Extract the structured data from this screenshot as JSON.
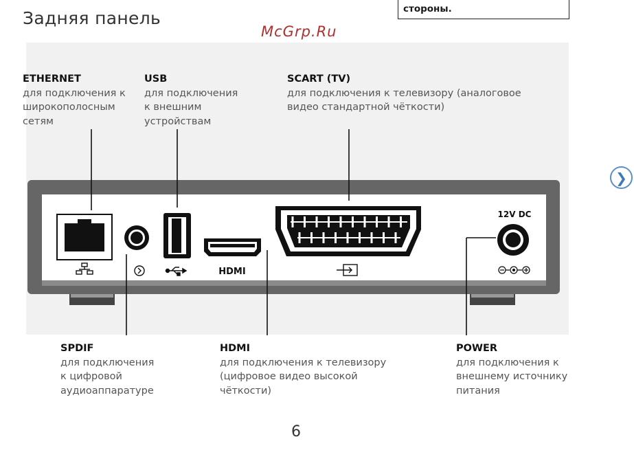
{
  "page": {
    "title": "Задняя панель",
    "note_text": "стороны.",
    "watermark": "McGrp.Ru",
    "page_number": "6"
  },
  "labels": {
    "ethernet": {
      "head": "ETHERNET",
      "lines": [
        "для подключения к",
        "широкополосным",
        "сетям"
      ]
    },
    "usb": {
      "head": "USB",
      "lines": [
        "для подключения",
        "к внешним",
        "устройствам"
      ]
    },
    "scart": {
      "head": "SCART (TV)",
      "lines": [
        "для подключения к телевизору (аналоговое",
        "видео стандартной чёткости)"
      ]
    },
    "spdif": {
      "head": "SPDIF",
      "lines": [
        "для подключения",
        "к цифровой",
        "аудиоаппаратуре"
      ]
    },
    "hdmi": {
      "head": "HDMI",
      "lines": [
        "для подключения к телевизору",
        "(цифровое видео высокой",
        "чёткости)"
      ]
    },
    "power": {
      "head": "POWER",
      "lines": [
        "для подключения к",
        "внешнему источнику",
        "питания"
      ]
    }
  },
  "device": {
    "hdmi_port_text": "HDMI",
    "power_port_text": "12V DC",
    "power_polarity_text": "⊖-●-⊕"
  },
  "icons": [
    "ethernet-port-icon",
    "network-symbol-icon",
    "spdif-symbol-icon",
    "usb-symbol-icon",
    "scart-symbol-icon",
    "chevron-right-icon"
  ]
}
